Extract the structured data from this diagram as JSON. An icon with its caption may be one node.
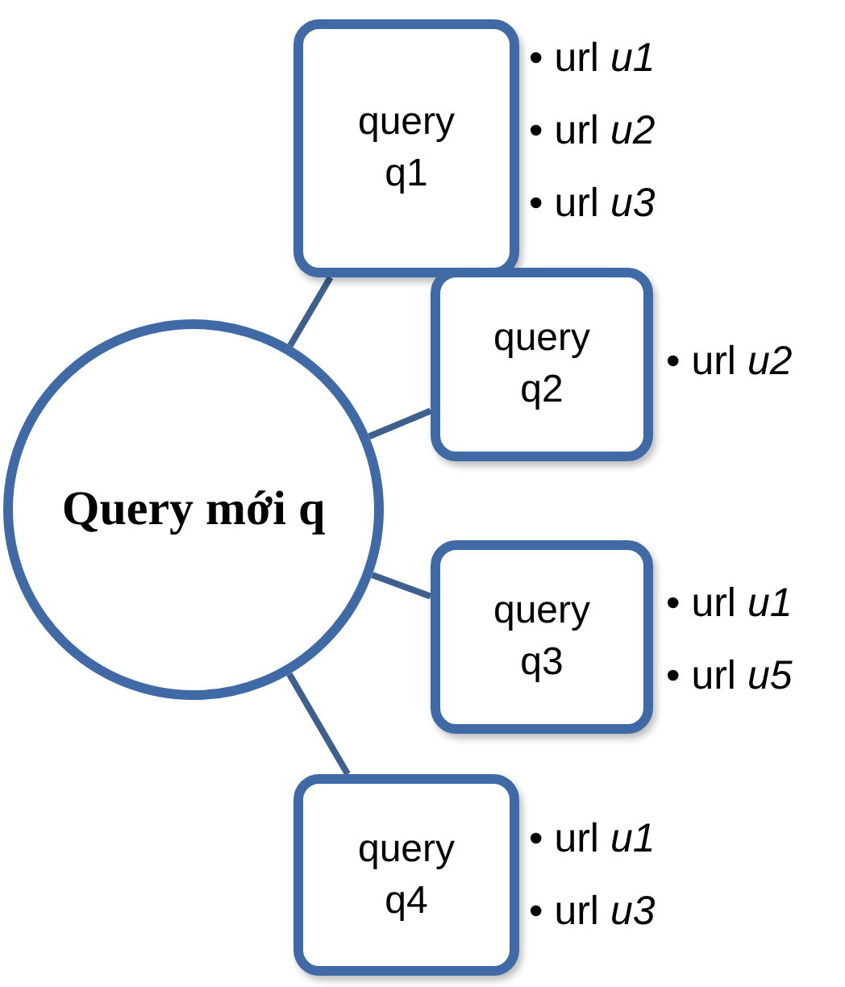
{
  "diagram": {
    "nodes": [
      {
        "text": [
          "Query mới q"
        ]
      },
      {
        "text": [
          "query q1"
        ],
        "beside": [
          "• url *u1*",
          "• url *u2*",
          "• url *u3*"
        ]
      },
      {
        "text": [
          "query q2"
        ],
        "beside": [
          "• url *u2*"
        ]
      },
      {
        "text": [
          "query q3"
        ],
        "beside": [
          "• url *u1*",
          "• url *u5*"
        ]
      },
      {
        "text": [
          "query q4"
        ],
        "beside": [
          "• url *u1*",
          "• url *u3*"
        ]
      }
    ],
    "edges": [
      {
        "from": 0,
        "to": 1,
        "arrow": "none"
      },
      {
        "from": 0,
        "to": 2,
        "arrow": "none"
      },
      {
        "from": 0,
        "to": 3,
        "arrow": "none"
      },
      {
        "from": 0,
        "to": 4,
        "arrow": "none"
      }
    ]
  }
}
